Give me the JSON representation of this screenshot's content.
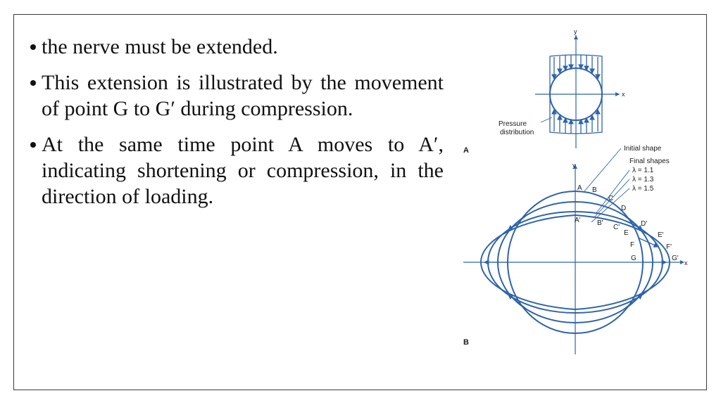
{
  "bullets": [
    "the nerve must be extended.",
    "This extension is illustrated by the movement of point G to G′ during compression.",
    "At the same time point A moves to A′, indicating shortening or compression, in the direction of loading."
  ],
  "figure": {
    "panel_a": {
      "label": "A",
      "axis_y": "y",
      "axis_x": "x",
      "callout_line1": "Pressure",
      "callout_line2": "distribution"
    },
    "panel_b": {
      "label": "B",
      "axis_y": "y",
      "axis_x": "x",
      "initial_shape": "Initial shape",
      "final_shapes": "Final shapes",
      "lambdas": [
        "λ = 1.1",
        "λ = 1.3",
        "λ = 1.5"
      ],
      "points": [
        "A",
        "B",
        "C",
        "D",
        "E",
        "F",
        "G"
      ],
      "points_prime": [
        "A'",
        "B'",
        "C'",
        "D'",
        "E'",
        "F'",
        "G'"
      ]
    },
    "line_color": "#2f64a8"
  }
}
